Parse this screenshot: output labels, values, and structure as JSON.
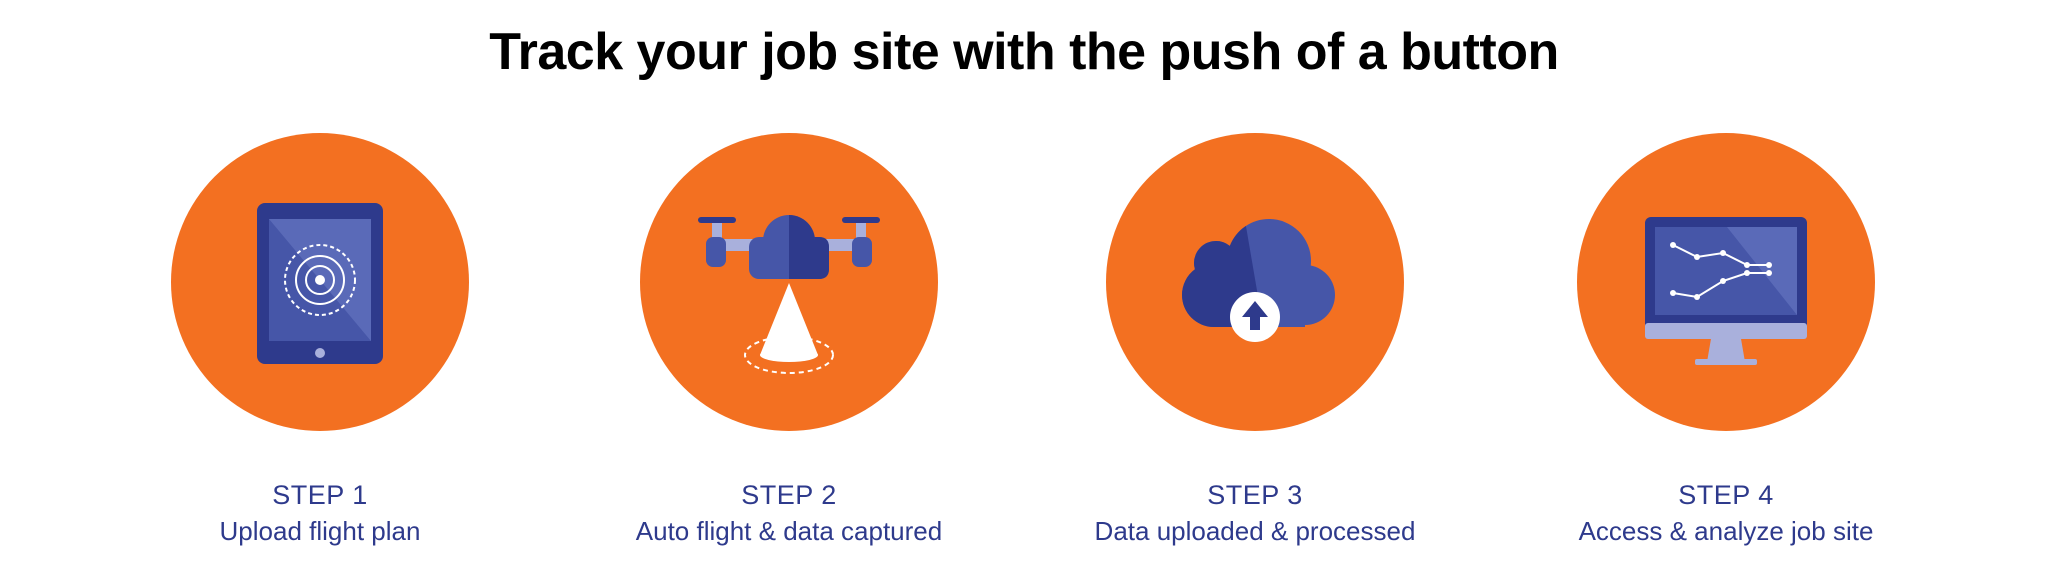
{
  "title": "Track your job site with the push of a button",
  "colors": {
    "orange": "#f37021",
    "navy": "#2e3a8c",
    "mid_blue": "#4656a8",
    "light_blue": "#6b7bc4",
    "lavender": "#a9b0dc",
    "white": "#ffffff"
  },
  "steps": [
    {
      "label": "STEP 1",
      "description": "Upload flight plan",
      "icon": "tablet-icon"
    },
    {
      "label": "STEP 2",
      "description": "Auto flight & data captured",
      "icon": "drone-icon"
    },
    {
      "label": "STEP 3",
      "description": "Data uploaded & processed",
      "icon": "cloud-upload-icon"
    },
    {
      "label": "STEP 4",
      "description": "Access & analyze job site",
      "icon": "monitor-chart-icon"
    }
  ]
}
